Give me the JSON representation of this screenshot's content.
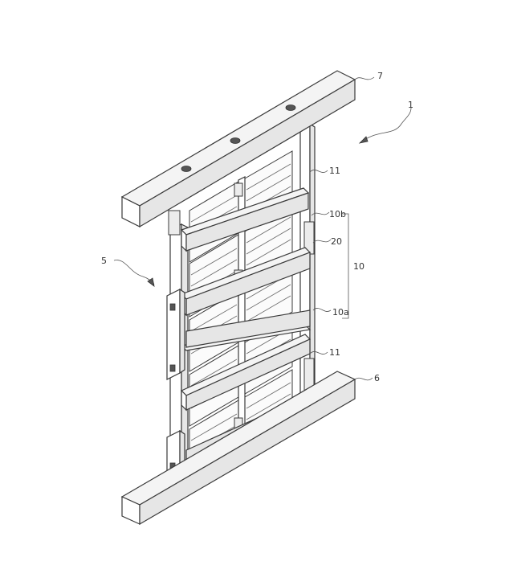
{
  "labels": {
    "assembly": "1",
    "top_beam": "7",
    "bottom_beam": "6",
    "side_unit": "5",
    "rail_upper": "11",
    "rail_lower": "11",
    "part_10b": "10b",
    "part_20": "20",
    "group_10": "10",
    "part_10a": "10a"
  }
}
